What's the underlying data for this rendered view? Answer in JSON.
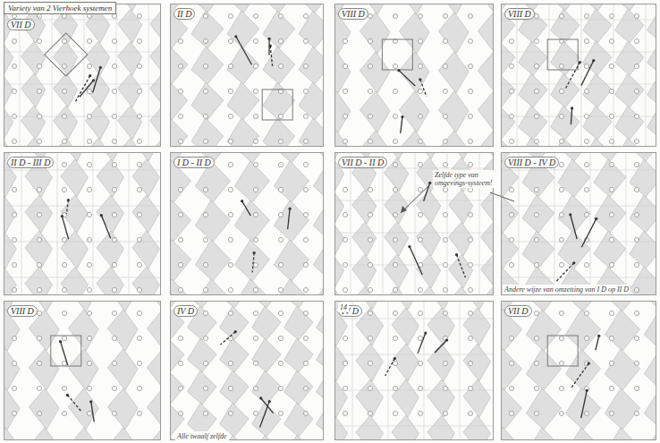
{
  "diagram": {
    "title": "Variety van 2 Vierhoek systemen",
    "nodes": [
      {
        "text": [
          "VII D"
        ]
      },
      {
        "text": [
          "II D"
        ]
      },
      {
        "text": [
          "VIII D"
        ]
      },
      {
        "text": [
          "VIII D"
        ]
      },
      {
        "text": [
          "II D - III D"
        ]
      },
      {
        "text": [
          "I D - II D"
        ]
      },
      {
        "text": [
          "VII D - II D"
        ]
      },
      {
        "text": [
          "VIII D - IV D"
        ]
      },
      {
        "text": [
          "VIII D"
        ]
      },
      {
        "text": [
          "IV D"
        ]
      },
      {
        "text": [
          "IV D"
        ]
      },
      {
        "text": [
          "VII D"
        ]
      }
    ],
    "labels": [
      "Zelfde type van omgevings-systeem!",
      "Andere wijze van omzetting van I D op II D",
      "Alle twaalf zelfde",
      "14"
    ]
  }
}
